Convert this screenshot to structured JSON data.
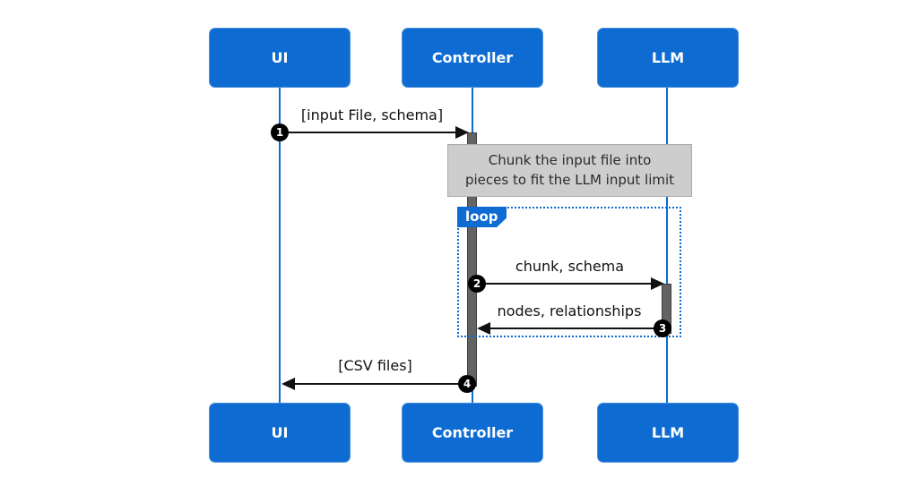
{
  "diagram": {
    "type": "sequence",
    "actors": [
      {
        "label": "UI"
      },
      {
        "label": "Controller"
      },
      {
        "label": "LLM"
      }
    ],
    "messages": [
      {
        "num": "1",
        "label": "[input File, schema]",
        "from": "UI",
        "to": "Controller"
      },
      {
        "num": "2",
        "label": "chunk, schema",
        "from": "Controller",
        "to": "LLM"
      },
      {
        "num": "3",
        "label": "nodes, relationships",
        "from": "LLM",
        "to": "Controller"
      },
      {
        "num": "4",
        "label": "[CSV files]",
        "from": "Controller",
        "to": "UI"
      }
    ],
    "note": {
      "lines": [
        "Chunk the input file into",
        "pieces to fit the LLM input limit"
      ]
    },
    "fragment": {
      "label": "loop"
    },
    "colors": {
      "actor_blue": "#0d6bd2",
      "lifeline_blue": "#0d6bd2",
      "note_bg": "#cdcdcd",
      "note_border": "#a9a9a9",
      "activation_gray": "#636363",
      "message_black": "#111111"
    }
  }
}
